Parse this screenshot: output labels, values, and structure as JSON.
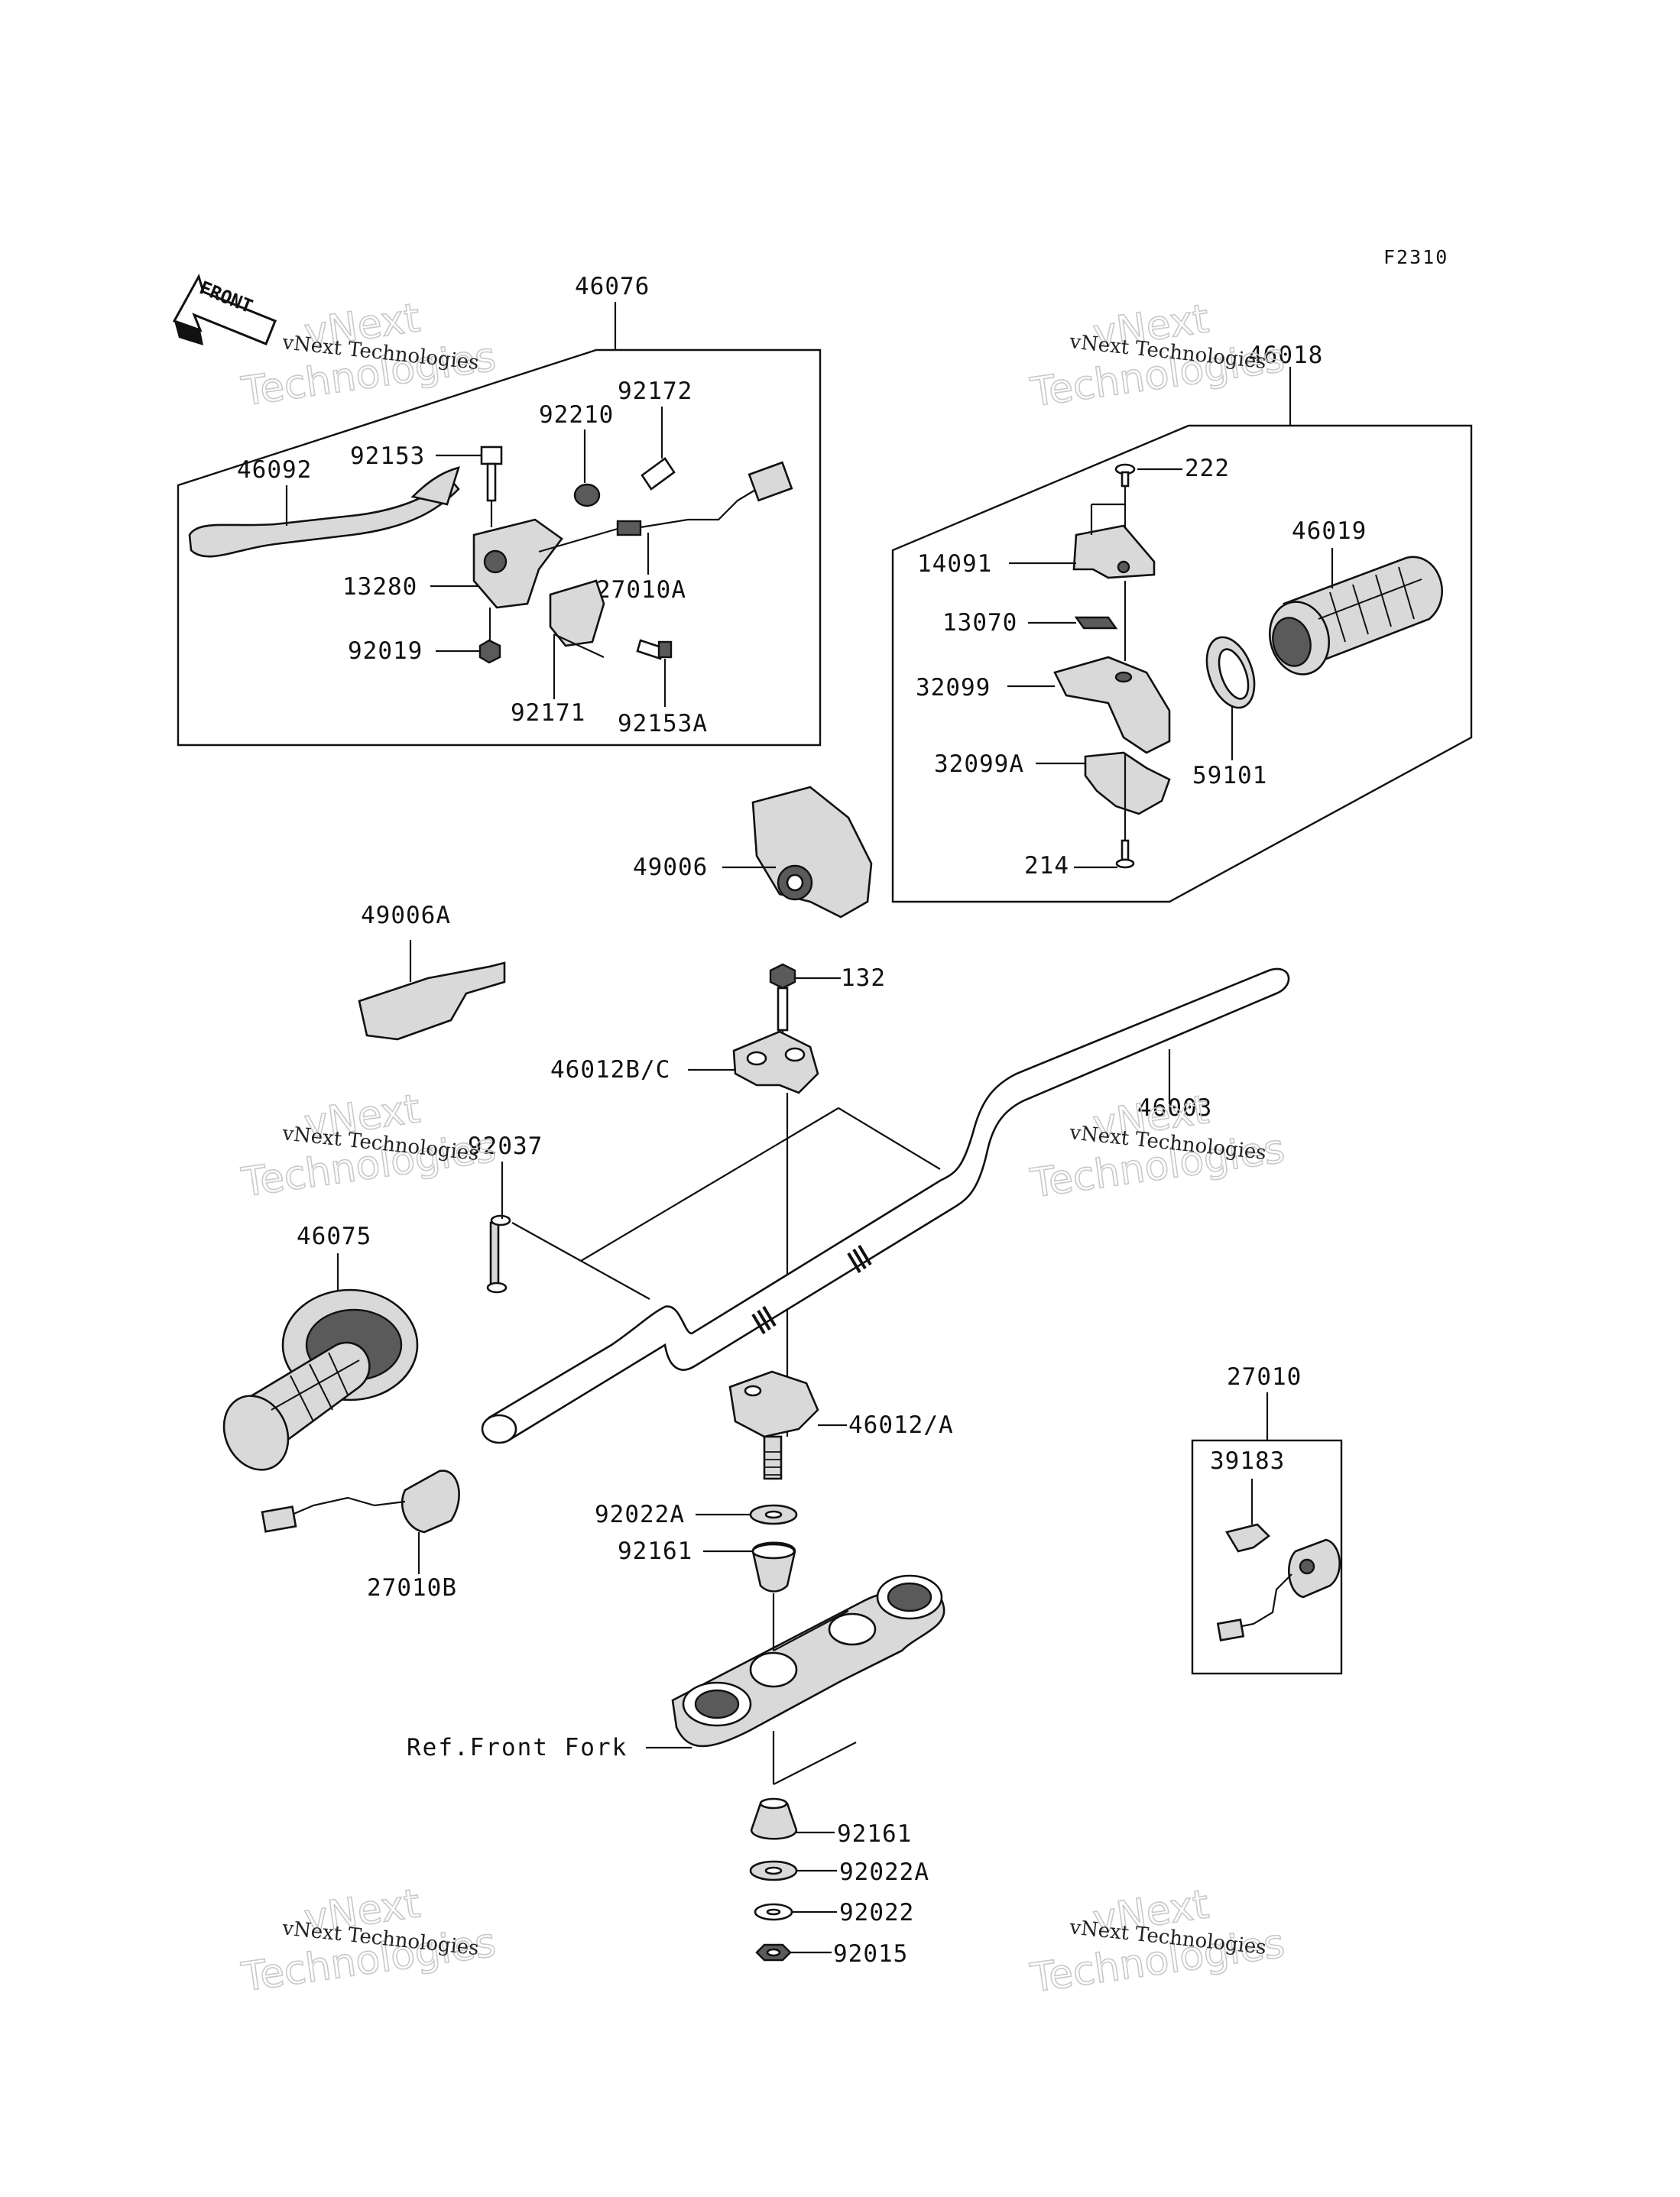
{
  "figure_code": "F2310",
  "front_arrow_label": "FRONT",
  "reference_label": "Ref.Front Fork",
  "watermark": {
    "line1": "vNext Technologies",
    "outline1": "vNext",
    "outline2": "Technologies"
  },
  "parts": {
    "p46076": "46076",
    "p46092": "46092",
    "p92153": "92153",
    "p92210": "92210",
    "p92172": "92172",
    "p13280": "13280",
    "p27010A": "27010A",
    "p92019": "92019",
    "p92171": "92171",
    "p92153A": "92153A",
    "p46018": "46018",
    "p222": "222",
    "p14091": "14091",
    "p46019": "46019",
    "p13070": "13070",
    "p32099": "32099",
    "p32099A": "32099A",
    "p59101": "59101",
    "p214": "214",
    "p49006": "49006",
    "p49006A": "49006A",
    "p132": "132",
    "p46012BC": "46012B/C",
    "p46003": "46003",
    "p92037": "92037",
    "p46075": "46075",
    "p27010": "27010",
    "p39183": "39183",
    "p46012A": "46012/A",
    "p92022A_top": "92022A",
    "p92161_top": "92161",
    "p27010B": "27010B",
    "p92161_bot": "92161",
    "p92022A_bot": "92022A",
    "p92022": "92022",
    "p92015": "92015"
  }
}
